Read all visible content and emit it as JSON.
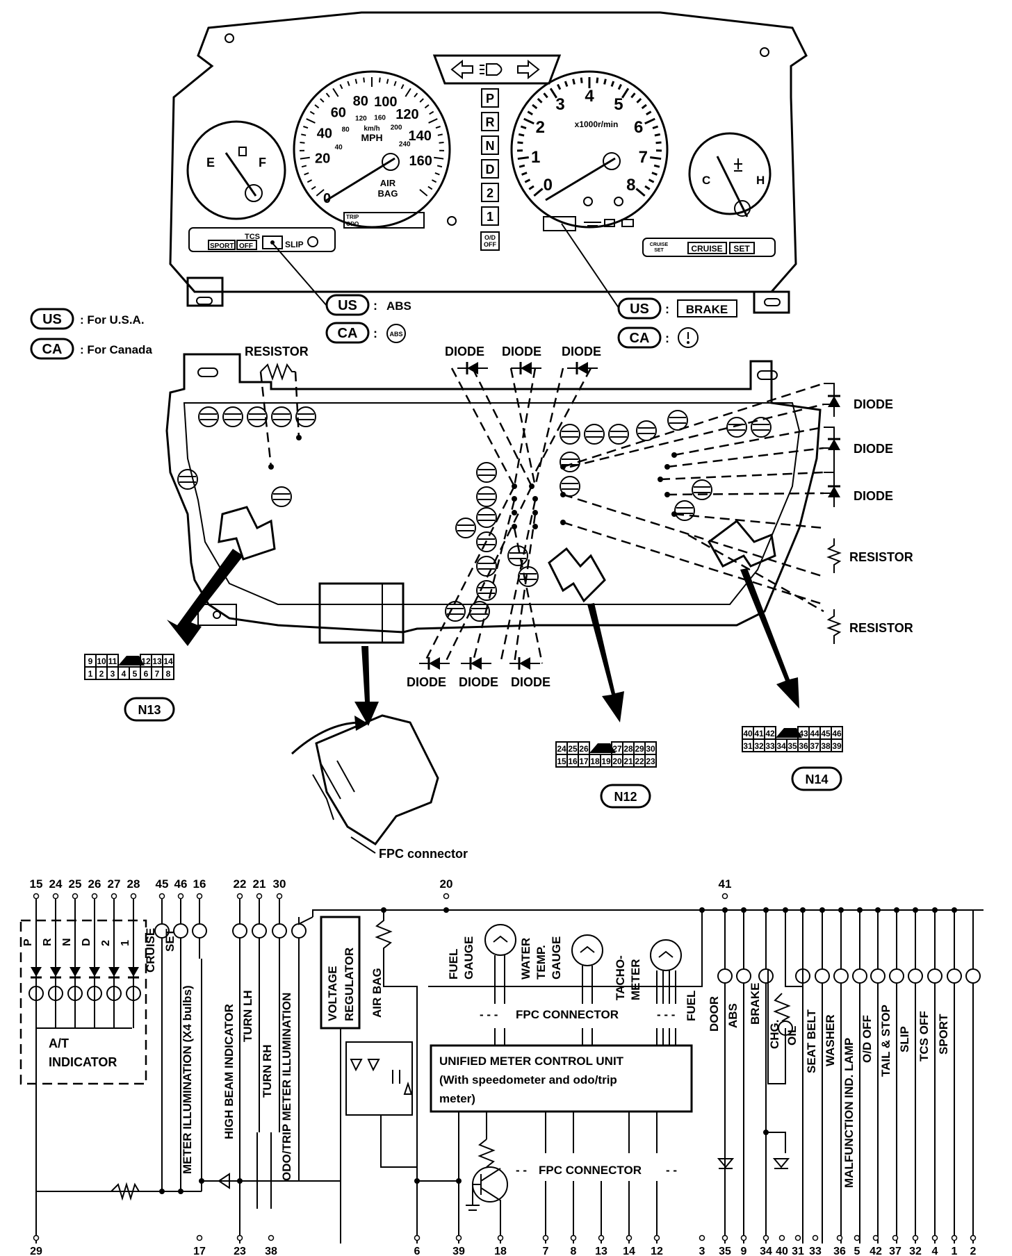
{
  "cluster": {
    "speedo_mph": [
      "20",
      "40",
      "60",
      "80",
      "100",
      "120",
      "140",
      "160"
    ],
    "speedo_zero": "0",
    "speedo_kmh": [
      "40",
      "80",
      "120",
      "160",
      "200",
      "240"
    ],
    "speedo_unit_kmh": "km/h",
    "speedo_unit": "MPH",
    "airbag": [
      "AIR",
      "BAG"
    ],
    "trip_odo": [
      "TRIP",
      "ODO"
    ],
    "tacho_nums": [
      "0",
      "1",
      "2",
      "3",
      "4",
      "5",
      "6",
      "7",
      "8"
    ],
    "tacho_unit": "x1000r/min",
    "fuel_e": "E",
    "fuel_f": "F",
    "temp_c": "C",
    "temp_h": "H",
    "gears": [
      "P",
      "R",
      "N",
      "D",
      "2",
      "1"
    ],
    "od_off": [
      "O/D",
      "OFF"
    ],
    "left_panel": {
      "tcs": "TCS",
      "sport": "SPORT",
      "off": "OFF",
      "slip": "SLIP"
    },
    "right_panel": {
      "small": [
        "CRUISE",
        "SET"
      ],
      "cruise": "CRUISE",
      "set": "SET"
    }
  },
  "legend": {
    "us_tag": "US",
    "us_text": ": For U.S.A.",
    "ca_tag": "CA",
    "ca_text": ": For Canada",
    "us_abs": "ABS",
    "ca_abs": "ABS",
    "us_brake": "BRAKE",
    "colon": ":"
  },
  "exploded": {
    "resistor_top": "RESISTOR",
    "diode": "DIODE",
    "resistor": "RESISTOR",
    "fpc_connector": "FPC connector"
  },
  "connectors": {
    "n13": {
      "label": "N13",
      "top": [
        "9",
        "10",
        "11",
        "12",
        "13",
        "14"
      ],
      "bottom": [
        "1",
        "2",
        "3",
        "4",
        "5",
        "6",
        "7",
        "8"
      ]
    },
    "n12": {
      "label": "N12",
      "top": [
        "24",
        "25",
        "26",
        "27",
        "28",
        "29",
        "30"
      ],
      "bottom": [
        "15",
        "16",
        "17",
        "18",
        "19",
        "20",
        "21",
        "22",
        "23"
      ]
    },
    "n14": {
      "label": "N14",
      "top": [
        "40",
        "41",
        "42",
        "43",
        "44",
        "45",
        "46"
      ],
      "bottom": [
        "31",
        "32",
        "33",
        "34",
        "35",
        "36",
        "37",
        "38",
        "39"
      ]
    }
  },
  "schematic": {
    "top_pins": [
      "15",
      "24",
      "25",
      "26",
      "27",
      "28",
      "45",
      "46",
      "16",
      "22",
      "21",
      "30",
      "20",
      "41"
    ],
    "gear_letters": [
      "P",
      "R",
      "N",
      "D",
      "2",
      "1"
    ],
    "at_indicator": [
      "A/T",
      "INDICATOR"
    ],
    "left_labels": [
      "CRUISE",
      "SET",
      "METER ILLUMINATION (X4 bulbs)",
      "HIGH BEAM INDICATOR",
      "TURN LH",
      "TURN RH",
      "ODO/TRIP METER ILLUMINATION"
    ],
    "voltage_regulator": [
      "VOLTAGE",
      "REGULATOR"
    ],
    "air_bag": "AIR BAG",
    "gauges": {
      "fuel": [
        "FUEL",
        "GAUGE"
      ],
      "water": [
        "WATER",
        "TEMP.",
        "GAUGE"
      ],
      "tacho": [
        "TACHO-",
        "METER"
      ]
    },
    "fpc_connector": "FPC CONNECTOR",
    "unit": [
      "UNIFIED METER CONTROL UNIT",
      "(With speedometer and odo/trip",
      "meter)"
    ],
    "right_labels": [
      "FUEL",
      "DOOR",
      "ABS",
      "BRAKE",
      "CHG.",
      "OIL",
      "SEAT BELT",
      "WASHER",
      "MALFUNCTION IND. LAMP",
      "O/D OFF",
      "TAIL & STOP",
      "SLIP",
      "TCS OFF",
      "SPORT"
    ],
    "bottom_pins": [
      "29",
      "17",
      "23",
      "38",
      "6",
      "39",
      "18",
      "7",
      "8",
      "13",
      "14",
      "12",
      "3",
      "35",
      "9",
      "34",
      "40",
      "31",
      "33",
      "36",
      "5",
      "42",
      "37",
      "32",
      "4",
      "1",
      "2"
    ]
  }
}
